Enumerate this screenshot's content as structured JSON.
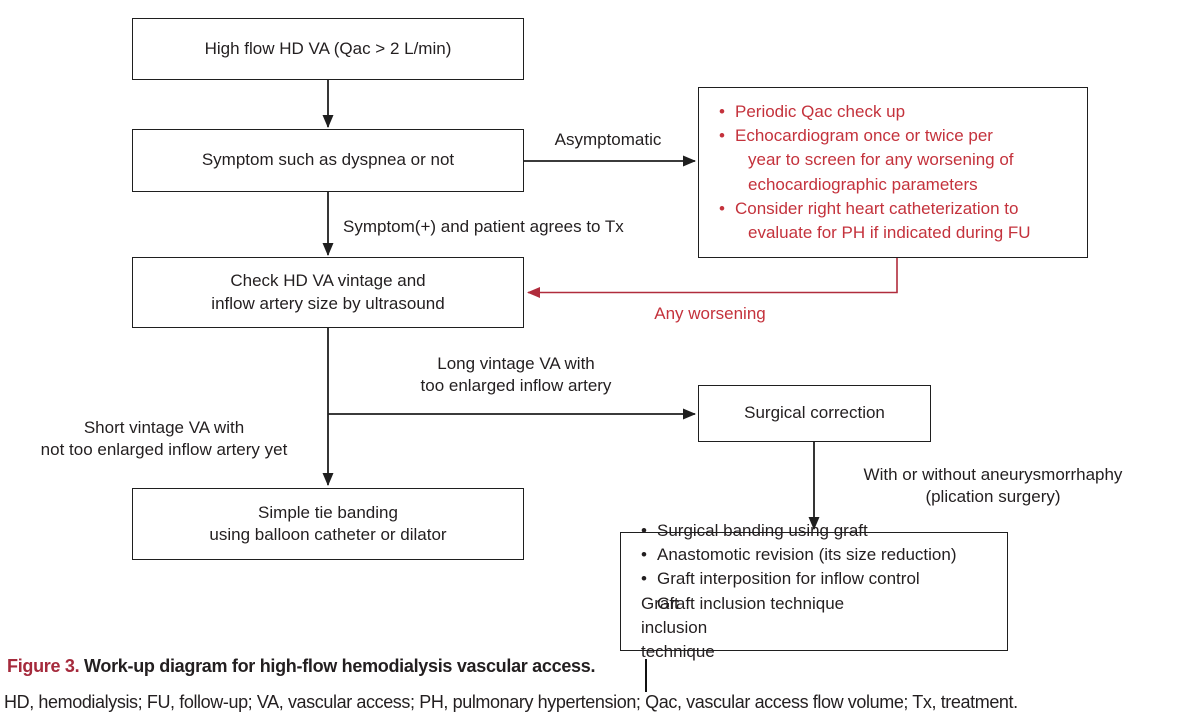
{
  "diagram": {
    "bullet_char": "•",
    "boxes": {
      "high_flow": "High flow HD VA (Qac > 2 L/min)",
      "symptom": "Symptom such as dyspnea or not",
      "check_vintage": "Check HD VA vintage and\ninflow artery size by ultrasound",
      "surgical_correction": "Surgical correction",
      "simple_tie": "Simple tie banding\nusing balloon catheter or dilator"
    },
    "red_box": {
      "items": [
        "Periodic Qac check up",
        "Echocardiogram once or twice per\nyear to screen for any worsening of\nechocardiographic parameters",
        "Consider right heart catheterization to\nevaluate for PH if indicated during FU"
      ]
    },
    "bottom_box": {
      "items": [
        "Surgical banding using graft",
        "Anastomotic revision (its size reduction)",
        "Graft interposition for inflow control",
        "Graft inclusion technique"
      ]
    },
    "labels": {
      "asymptomatic": "Asymptomatic",
      "symptom_positive": "Symptom(+) and patient agrees to Tx",
      "any_worsening": "Any worsening",
      "long_vintage": "Long vintage VA with\ntoo enlarged inflow artery",
      "short_vintage": "Short vintage VA with\nnot too enlarged inflow artery yet",
      "aneurysmorrhaphy": "With or without aneurysmorrhaphy\n(plication surgery)"
    },
    "colors": {
      "red_text": "#C4323C",
      "red_arrow": "#B02C3C",
      "figure_label_red": "#A52A3C",
      "black": "#231F20"
    }
  },
  "caption": {
    "figure_label": "Figure 3.",
    "title": " Work-up diagram for high-flow hemodialysis vascular access.",
    "abbreviations": "HD, hemodialysis; FU, follow-up; VA, vascular access; PH, pulmonary hypertension; Qac, vascular access flow volume; Tx, treatment."
  }
}
